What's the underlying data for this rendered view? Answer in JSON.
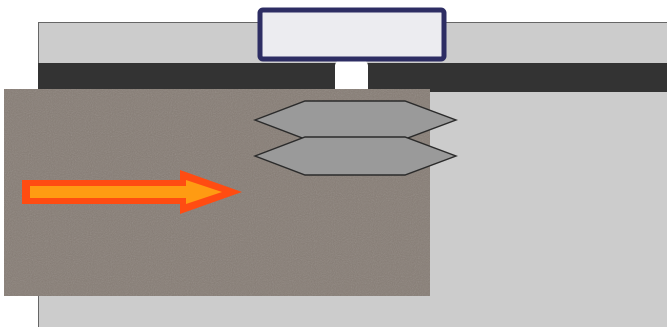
{
  "diagram": {
    "elements": [
      "background-panel",
      "dark-rail",
      "top-block",
      "connector-post",
      "upper-hexagon",
      "lower-hexagon",
      "textured-surface",
      "direction-arrow"
    ]
  },
  "colors": {
    "page_background": "#ffffff",
    "panel_fill": "#cccccc",
    "panel_stroke": "#666666",
    "rail_fill": "#333333",
    "block_fill": "#ececf0",
    "block_stroke": "#2d2d63",
    "post_fill": "#ffffff",
    "hexagon_fill": "#9a9a9a",
    "hexagon_stroke": "#2b2b2b",
    "surface_base": "#857b73",
    "arrow_outer": "#ff4c12",
    "arrow_inner": "#ff9b12"
  }
}
